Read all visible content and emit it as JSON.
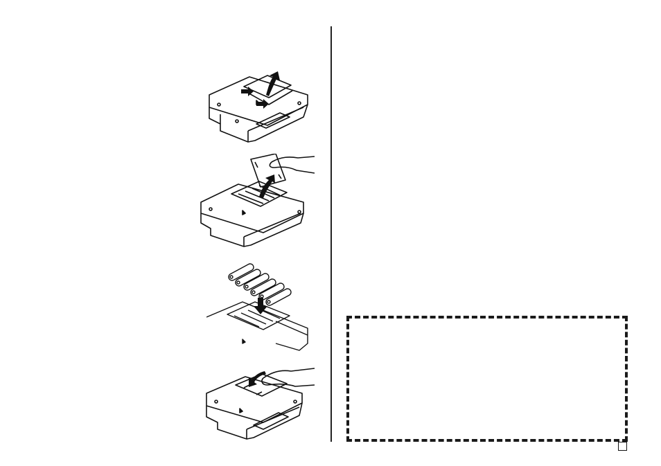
{
  "page": {
    "steps": [
      {
        "id": 1,
        "icon": "remove-cover-illustration"
      },
      {
        "id": 2,
        "icon": "lift-cover-illustration"
      },
      {
        "id": 3,
        "icon": "insert-batteries-illustration"
      },
      {
        "id": 4,
        "icon": "replace-cover-illustration"
      }
    ],
    "note_box": {
      "text": ""
    },
    "page_marker": {
      "text": ""
    }
  }
}
